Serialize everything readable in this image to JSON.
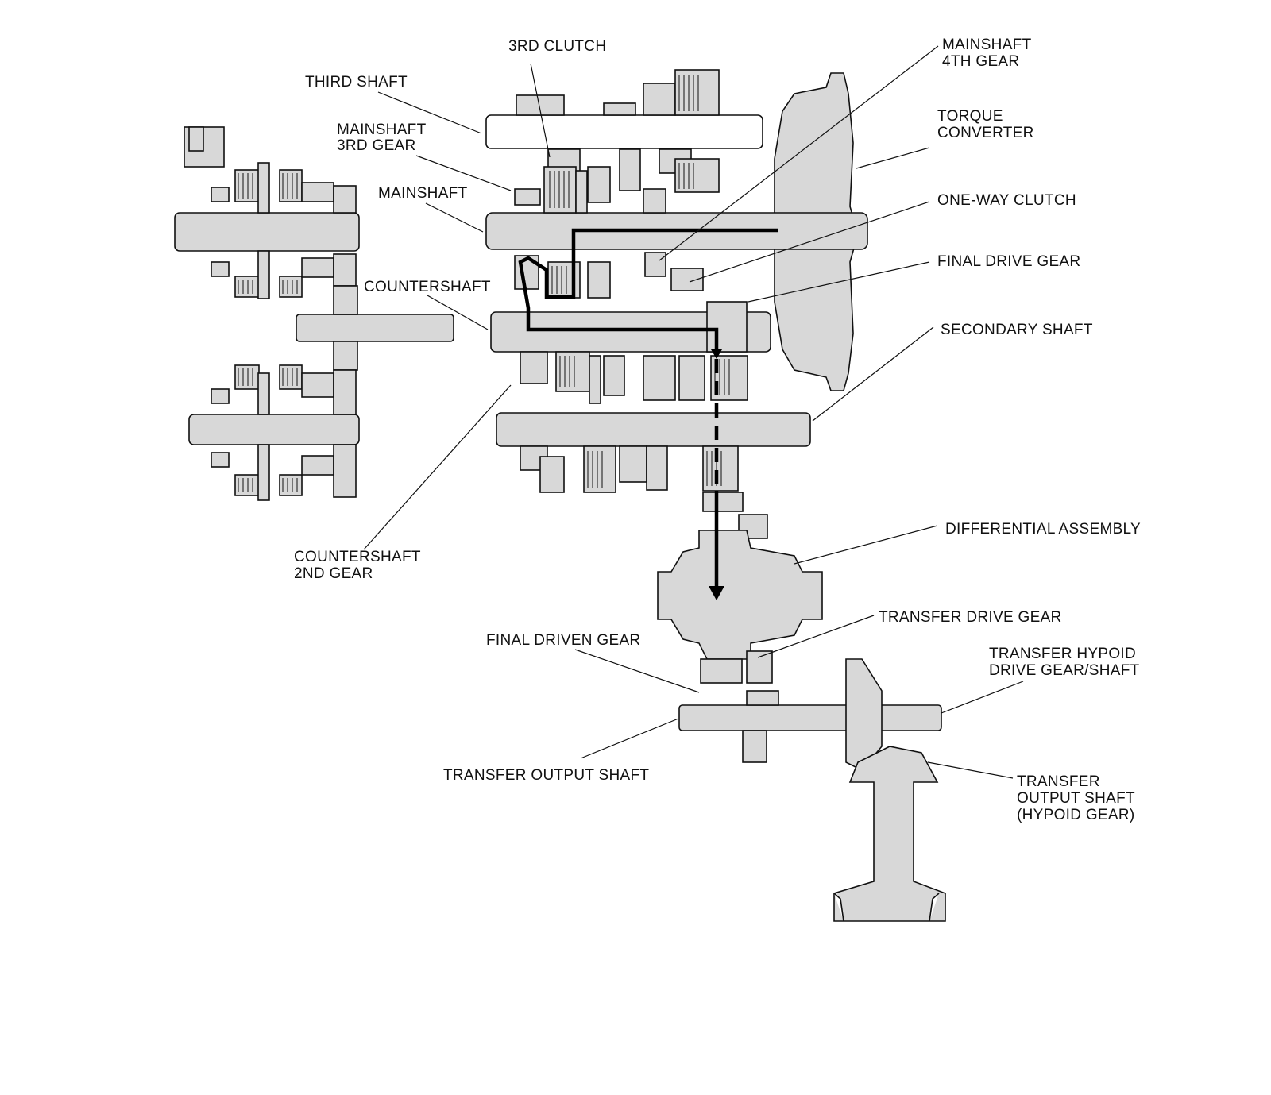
{
  "colors": {
    "part_fill": "#d8d8d8",
    "outline": "#111111",
    "power_path": "#000000",
    "background": "#ffffff"
  },
  "labels": {
    "third_clutch": "3RD CLUTCH",
    "third_shaft": "THIRD SHAFT",
    "mainshaft_3rd_gear": [
      "MAINSHAFT",
      "3RD GEAR"
    ],
    "mainshaft": "MAINSHAFT",
    "countershaft": "COUNTERSHAFT",
    "countershaft_2nd_gear": [
      "COUNTERSHAFT",
      "2ND GEAR"
    ],
    "mainshaft_4th_gear": [
      "MAINSHAFT",
      "4TH GEAR"
    ],
    "torque_converter": [
      "TORQUE",
      "CONVERTER"
    ],
    "one_way_clutch": "ONE-WAY CLUTCH",
    "final_drive_gear": "FINAL DRIVE GEAR",
    "secondary_shaft": "SECONDARY SHAFT",
    "differential_assembly": "DIFFERENTIAL ASSEMBLY",
    "transfer_drive_gear": "TRANSFER DRIVE GEAR",
    "final_driven_gear": "FINAL DRIVEN GEAR",
    "transfer_hypoid_drive_gear_shaft": [
      "TRANSFER HYPOID",
      "DRIVE GEAR/SHAFT"
    ],
    "transfer_output_shaft": "TRANSFER OUTPUT SHAFT",
    "transfer_output_shaft_hypoid_gear": [
      "TRANSFER",
      "OUTPUT SHAFT",
      "(HYPOID GEAR)"
    ]
  }
}
